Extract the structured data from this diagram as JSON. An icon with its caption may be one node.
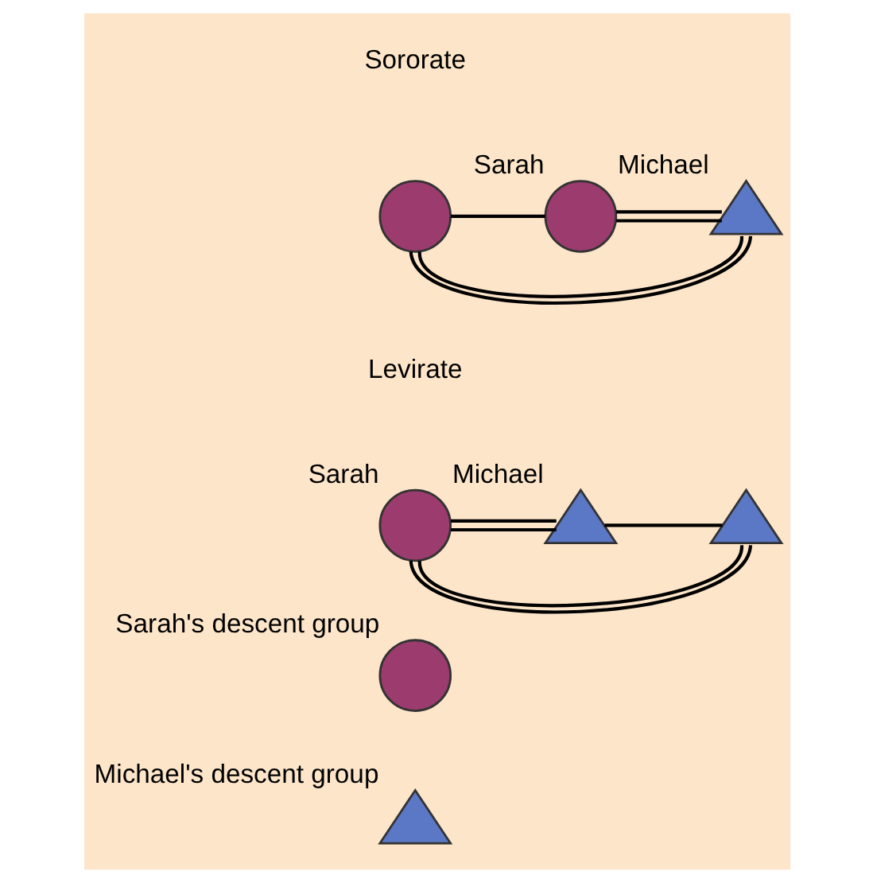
{
  "diagram": {
    "nodes": [
      {
        "text": [],
        "shape": "circle"
      },
      {
        "text": [],
        "shape": "circle",
        "beside": [
          "Sarah"
        ]
      },
      {
        "text": [],
        "shape": "triangle",
        "beside": [
          "Michael"
        ]
      },
      {
        "text": [],
        "shape": "circle",
        "beside": [
          "Sarah"
        ]
      },
      {
        "text": [],
        "shape": "triangle",
        "beside": [
          "Michael"
        ]
      },
      {
        "text": [],
        "shape": "triangle"
      },
      {
        "text": [],
        "shape": "circle",
        "beside": [
          "Sarah's descent group"
        ]
      },
      {
        "text": [],
        "shape": "triangle",
        "beside": [
          "Michael's descent group"
        ]
      }
    ],
    "edges": [
      {
        "from": 0,
        "to": 1,
        "arrow": "none"
      },
      {
        "from": 1,
        "to": 2,
        "arrow": "none"
      },
      {
        "from": 0,
        "to": 2,
        "arrow": "none"
      },
      {
        "from": 3,
        "to": 4,
        "arrow": "none"
      },
      {
        "from": 4,
        "to": 5,
        "arrow": "none"
      },
      {
        "from": 3,
        "to": 5,
        "arrow": "none"
      }
    ],
    "labels": [
      "Sororate",
      "Levirate"
    ]
  }
}
